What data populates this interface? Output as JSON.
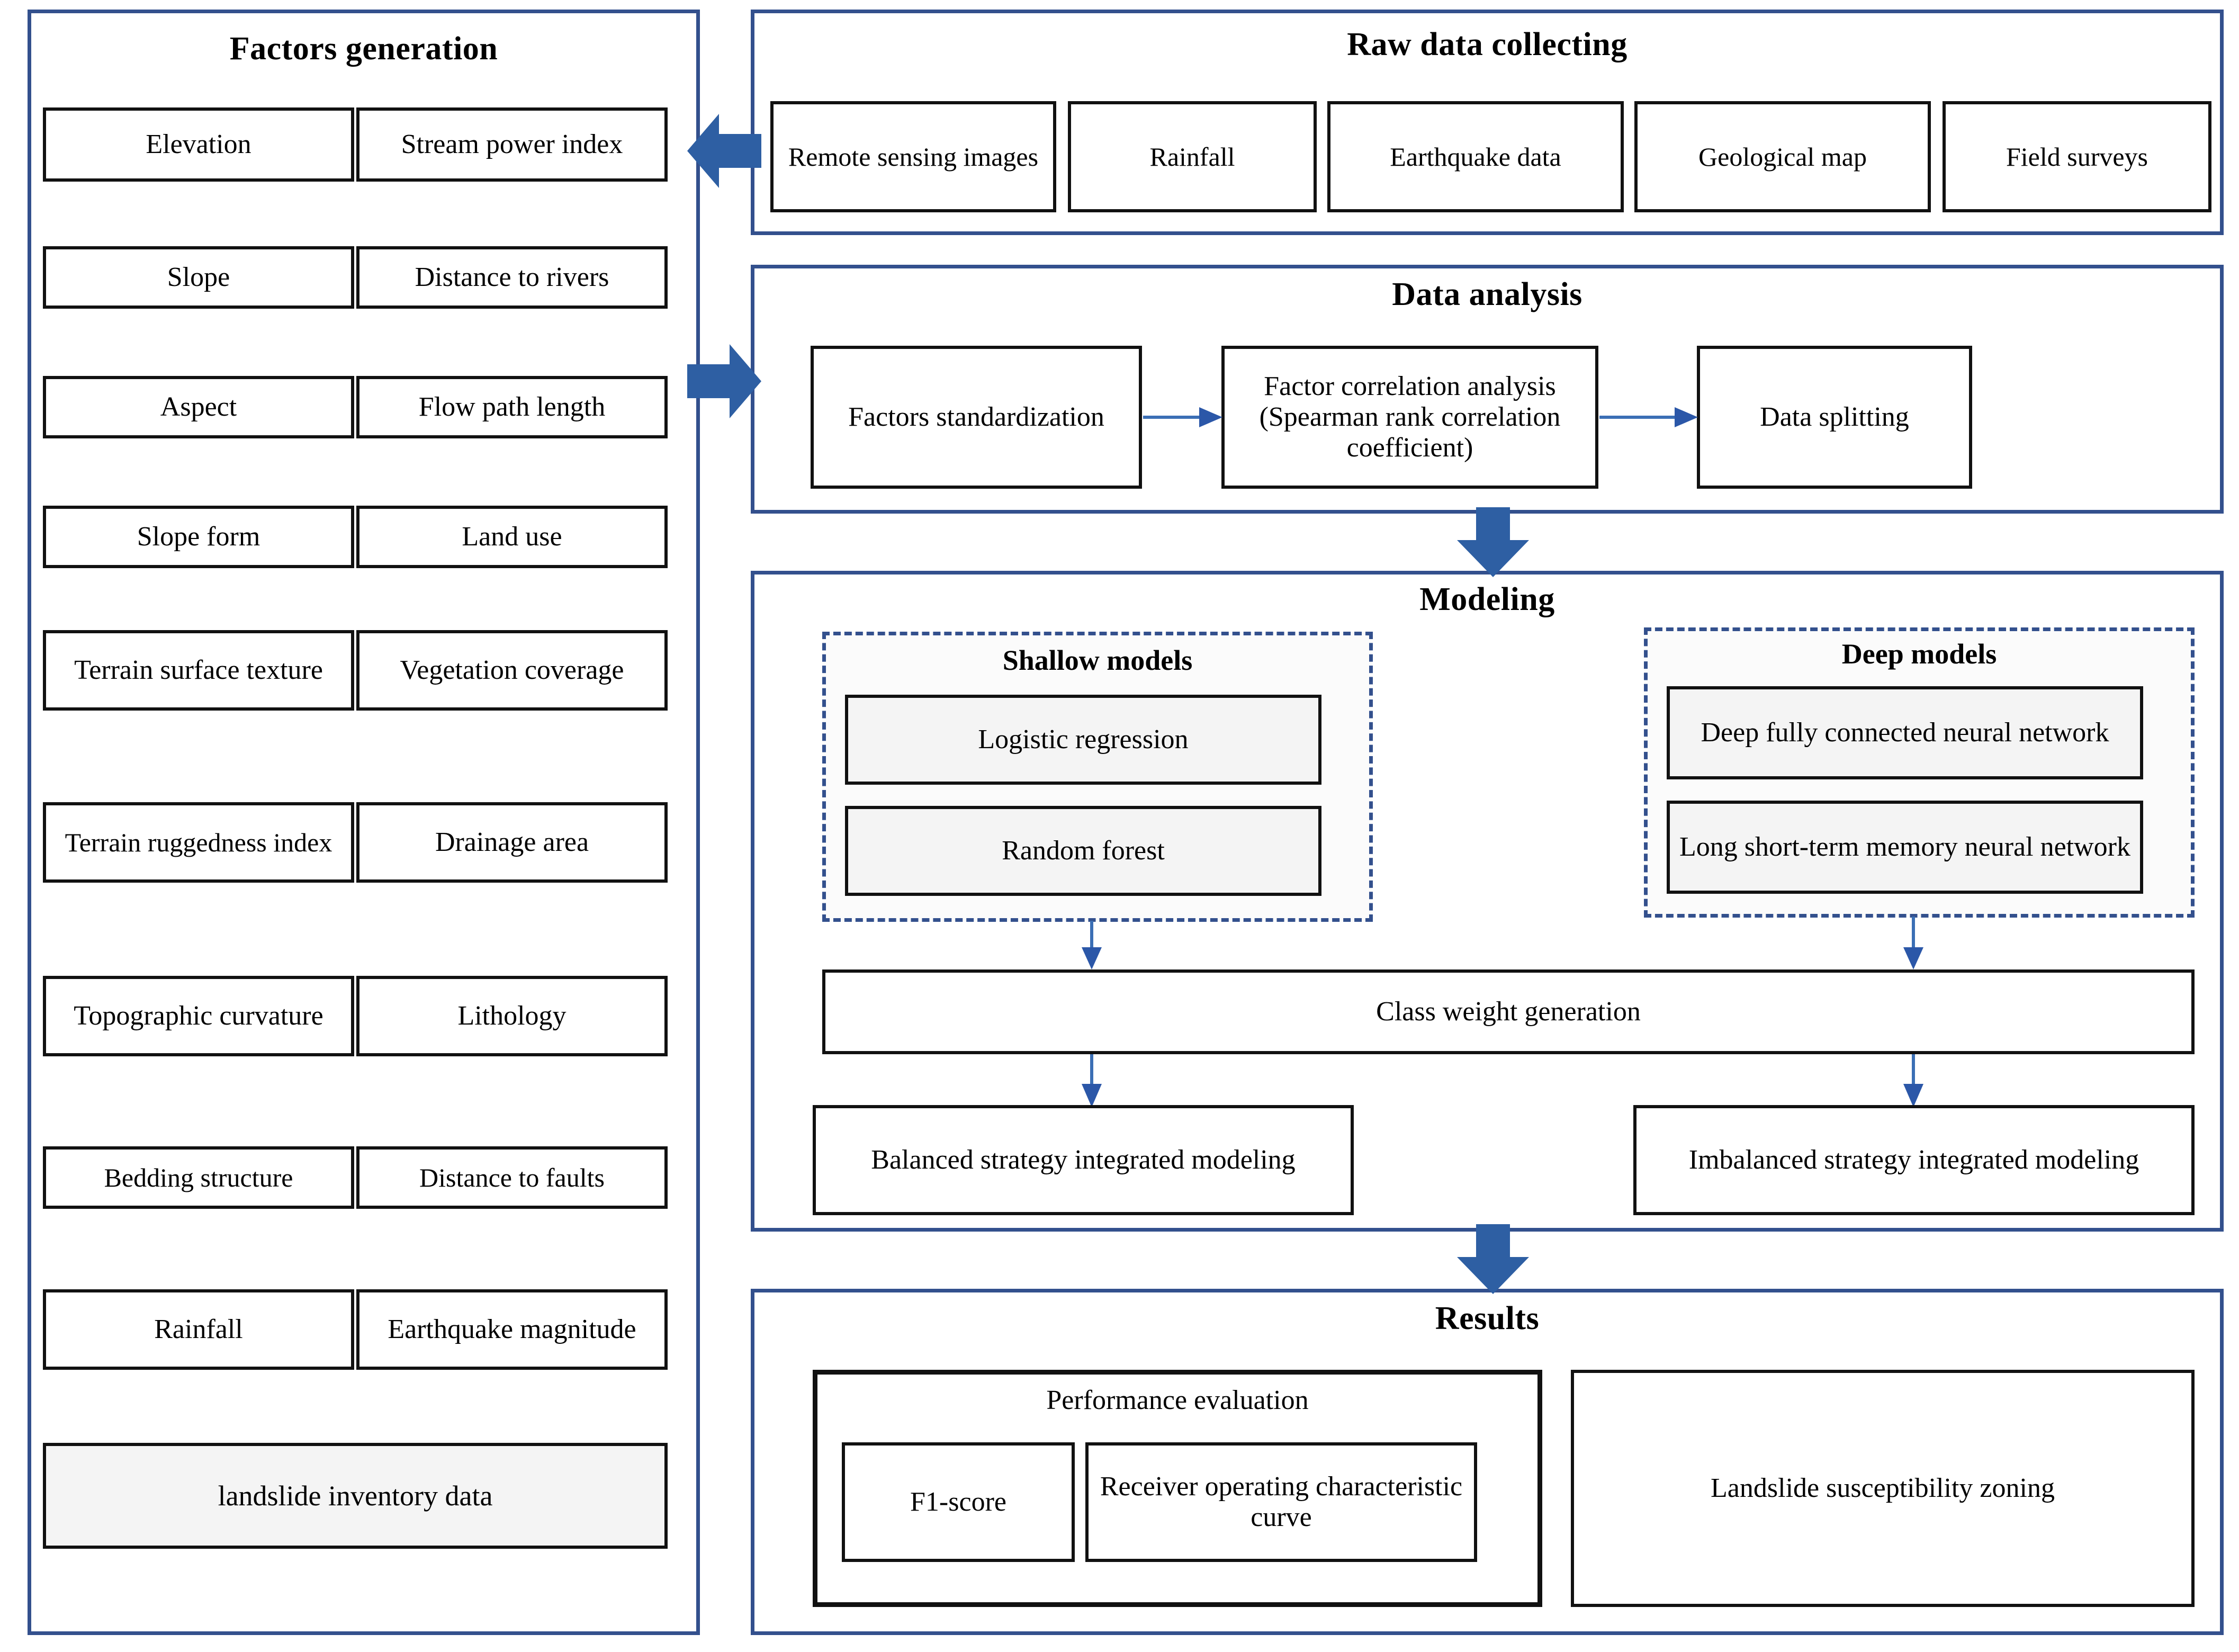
{
  "colors": {
    "panel_border": "#33508d",
    "box_border": "#111111",
    "arrow_blue": "#2e5fa3",
    "thin_arrow_blue": "#3b6fb5",
    "shaded_fill": "#f4f4f4",
    "page_background": "#ffffff"
  },
  "panels": {
    "factors_generation": {
      "title": "Factors generation",
      "rows": [
        {
          "left": "Elevation",
          "right": "Stream power index"
        },
        {
          "left": "Slope",
          "right": "Distance to rivers"
        },
        {
          "left": "Aspect",
          "right": "Flow path length"
        },
        {
          "left": "Slope form",
          "right": "Land use"
        },
        {
          "left": "Terrain surface texture",
          "right": "Vegetation coverage"
        },
        {
          "left": "Terrain ruggedness index",
          "right": "Drainage area"
        },
        {
          "left": "Topographic curvature",
          "right": "Lithology"
        },
        {
          "left": "Bedding structure",
          "right": "Distance to faults"
        },
        {
          "left": "Rainfall",
          "right": "Earthquake magnitude"
        }
      ],
      "inventory_box": "landslide inventory data"
    },
    "raw_data_collecting": {
      "title": "Raw data collecting",
      "items": [
        "Remote sensing images",
        "Rainfall",
        "Earthquake data",
        "Geological map",
        "Field surveys"
      ]
    },
    "data_analysis": {
      "title": "Data analysis",
      "steps": [
        "Factors standardization",
        "Factor correlation analysis (Spearman rank correlation coefficient)",
        "Data splitting"
      ]
    },
    "modeling": {
      "title": "Modeling",
      "shallow_models": {
        "title": "Shallow models",
        "items": [
          "Logistic regression",
          "Random forest"
        ]
      },
      "deep_models": {
        "title": "Deep models",
        "items": [
          "Deep fully connected neural network",
          "Long short-term memory neural network"
        ]
      },
      "class_weight": "Class weight generation",
      "balanced": "Balanced strategy integrated modeling",
      "imbalanced": "Imbalanced strategy integrated modeling"
    },
    "results": {
      "title": "Results",
      "performance_evaluation": {
        "title": "Performance evaluation",
        "metrics": [
          "F1-score",
          "Receiver operating characteristic curve"
        ]
      },
      "zoning": "Landslide susceptibility zoning"
    }
  },
  "connectors": {
    "raw_to_factors": "left-block-arrow",
    "raw_to_analysis": "right-block-arrow",
    "analysis_to_modeling": "down-block-arrow",
    "modeling_to_results": "down-block-arrow",
    "standardization_to_correlation": "right-thin-arrow",
    "correlation_to_splitting": "right-thin-arrow",
    "shallow_to_classweight": "down-thin-arrow",
    "deep_to_classweight": "down-thin-arrow",
    "classweight_to_balanced": "down-thin-arrow",
    "classweight_to_imbalanced": "down-thin-arrow"
  }
}
